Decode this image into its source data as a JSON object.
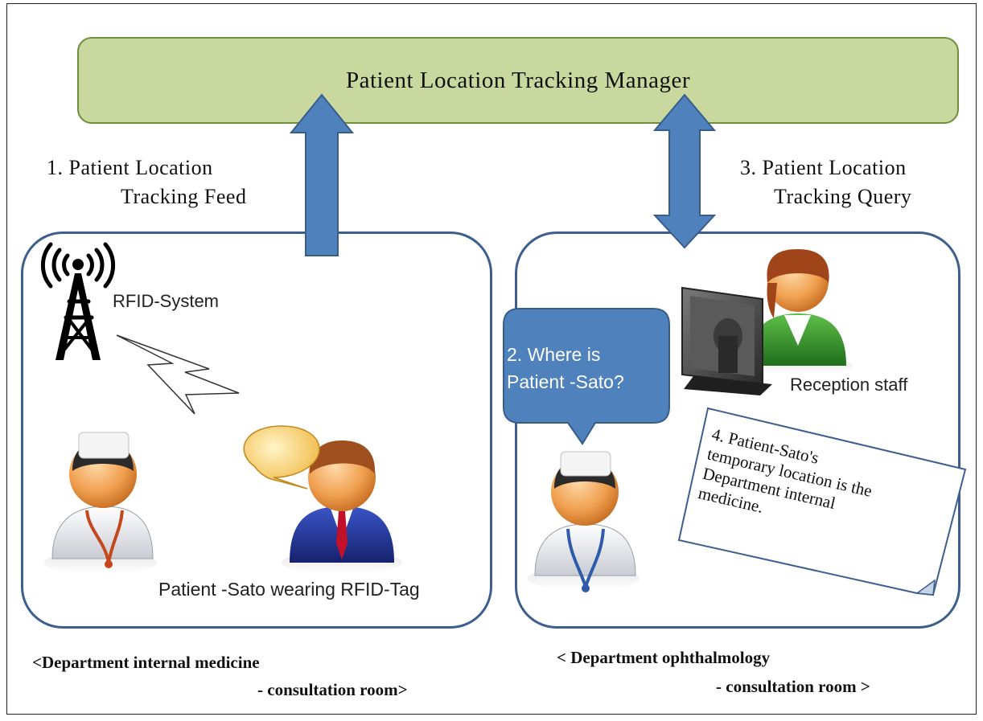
{
  "manager": {
    "title": "Patient Location Tracking Manager"
  },
  "flows": {
    "feed": {
      "line1": "1.  Patient Location",
      "line2": "Tracking Feed"
    },
    "query": {
      "line1": "3. Patient Location",
      "line2": "Tracking  Query"
    }
  },
  "left_room": {
    "rfid_label": "RFID-System",
    "patient_label": "Patient -Sato wearing RFID-Tag",
    "caption_line1": "<Department internal medicine",
    "caption_line2": "- consultation room>"
  },
  "right_room": {
    "bubble_line1": "2. Where is",
    "bubble_line2": "Patient -Sato?",
    "reception_label": "Reception staff",
    "note_text": "4. Patient-Sato's\ntemporary location is the\nDepartment  internal\nmedicine.",
    "caption_line1": "< Department ophthalmology",
    "caption_line2": "-  consultation room >"
  },
  "colors": {
    "manager_fill": "#c9d89f",
    "arrow_fill": "#4f81bd",
    "room_border": "#3e5f8e",
    "bubble_fill": "#4f81bd"
  }
}
